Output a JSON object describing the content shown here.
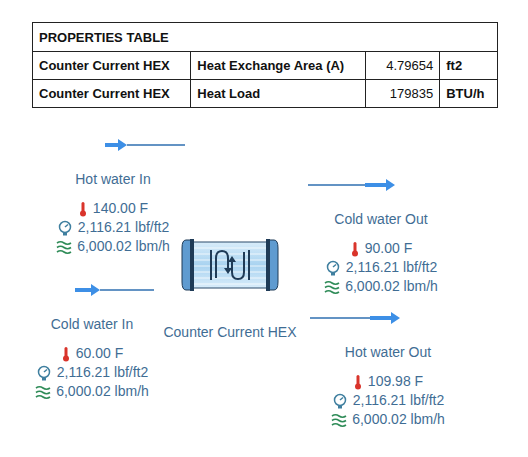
{
  "diagram": {
    "nodes": [
      {
        "text": [
          "Hot water In",
          "140.00 F",
          "2,116.21 lbf/ft2",
          "6,000.02 lbm/h"
        ]
      },
      {
        "text": [
          "Cold water Out",
          "90.00 F",
          "2,116.21 lbf/ft2",
          "6,000.02 lbm/h"
        ]
      },
      {
        "text": [
          "Counter Current HEX"
        ]
      },
      {
        "text": [
          "Cold water In",
          "60.00 F",
          "2,116.21 lbf/ft2",
          "6,000.02 lbm/h"
        ]
      },
      {
        "text": [
          "Hot water Out",
          "109.98 F",
          "2,116.21 lbf/ft2",
          "6,000.02 lbm/h"
        ]
      }
    ],
    "edges": [
      {
        "from": 0,
        "to": 2,
        "arrow": "to"
      },
      {
        "from": 3,
        "to": 2,
        "arrow": "to"
      },
      {
        "from": 2,
        "to": 1,
        "arrow": "to"
      },
      {
        "from": 2,
        "to": 4,
        "arrow": "to"
      }
    ],
    "labels": [
      "PROPERTIES TABLE",
      "Counter Current HEX",
      "Heat Exchange Area (A)",
      "4.79654",
      "ft2",
      "Counter Current HEX",
      "Heat Load",
      "179835",
      "BTU/h"
    ]
  }
}
